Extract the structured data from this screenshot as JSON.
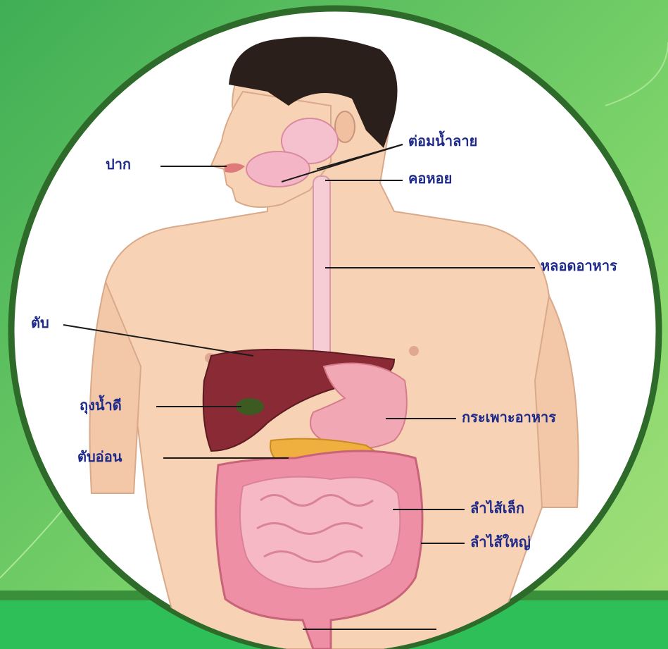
{
  "colors": {
    "bg_green": "#4caf50",
    "bg_light": "#9be27a",
    "band": "#3a8f3a",
    "band_bottom": "#2fbf58",
    "circle_border": "#2e6b2a",
    "circle_fill": "#ffffff",
    "label": "#1e2a8a",
    "skin": "#f7d2b4",
    "hair": "#2a1f1a",
    "liver": "#8a2a35",
    "stomach": "#f2a8b4",
    "intestine": "#f08aa0",
    "gallbladder": "#3c5a22",
    "pancreas": "#f0b040"
  },
  "labels": {
    "mouth": "ปาก",
    "salivary": "ต่อมน้ำลาย",
    "throat": "คอหอย",
    "esophagus": "หลอดอาหาร",
    "liver": "ตับ",
    "gallbladder": "ถุงน้ำดี",
    "stomach": "กระเพาะอาหาร",
    "pancreas": "ตับอ่อน",
    "small_intestine": "ลำไส้เล็ก",
    "large_intestine": "ลำไส้ใหญ่"
  }
}
